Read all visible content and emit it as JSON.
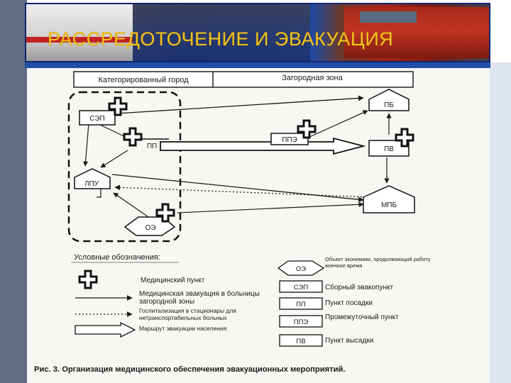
{
  "slide": {
    "title": "РАССРЕДОТОЧЕНИЕ И  ЭВАКУАЦИЯ",
    "colors": {
      "sidebar": "#5f6e84",
      "banner_frame": "#14236e",
      "title": "#f3c21b",
      "diagram_ink": "#1a1a1a"
    }
  },
  "diagram": {
    "zones": {
      "city": "Категорированный город",
      "suburban": "Загородная зона"
    },
    "nodes": {
      "sep": "СЭП",
      "pp": "ПП",
      "lpu": "ЛПУ",
      "oe": "ОЭ",
      "pb": "ПБ",
      "ppe": "ППЭ",
      "pv": "ПВ",
      "mpb": "МПБ"
    },
    "legend": {
      "heading": "Условные обозначения:",
      "items": [
        {
          "key": "medical_point",
          "label": "Медицинский пункт"
        },
        {
          "key": "medical_evacuation",
          "label": "Медицинская эвакуация в больницы загородной зоны"
        },
        {
          "key": "hospitalization",
          "label": "Госпитализация в стационары для нетранспортабельных больных"
        },
        {
          "key": "evac_route",
          "label": "Маршрут эвакуации населения"
        }
      ],
      "codes": [
        {
          "code": "ОЭ",
          "label": "Объект экономики, продолжающий работу военное время"
        },
        {
          "code": "СЭП",
          "label": "Сборный эвакопункт"
        },
        {
          "code": "ПП",
          "label": "Пункт посадки"
        },
        {
          "code": "ППЭ",
          "label": "Промежуточный пункт"
        },
        {
          "code": "ПВ",
          "label": "Пункт высадки"
        }
      ]
    },
    "caption": "Рис. 3. Организация медицинского обеспечения эвакуационных мероприятий."
  }
}
